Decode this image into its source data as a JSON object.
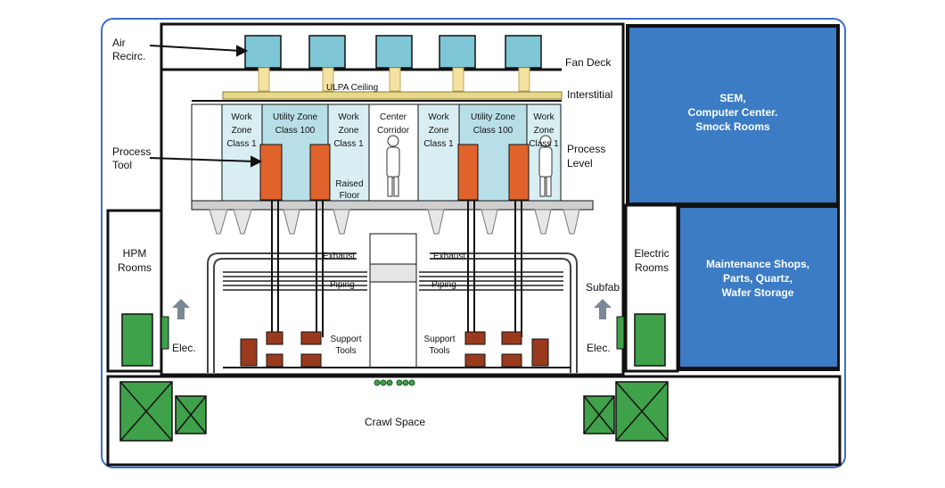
{
  "labels": {
    "air_recirc": [
      "Air",
      "Recirc."
    ],
    "fan_deck": "Fan Deck",
    "ulpa_ceiling": "ULPA Ceiling",
    "interstitial": "Interstitial",
    "work_zone_left": [
      "Work",
      "Zone",
      "Class 1"
    ],
    "utility_zone_left": [
      "Utility Zone",
      "Class 100"
    ],
    "work_zone_mid_left": [
      "Work",
      "Zone",
      "Class 1"
    ],
    "center_corridor": [
      "Center",
      "Corridor"
    ],
    "work_zone_mid_right": [
      "Work",
      "Zone",
      "Class 1"
    ],
    "utility_zone_right": [
      "Utility Zone",
      "Class 100"
    ],
    "work_zone_right": [
      "Work",
      "Zone",
      "Class 1"
    ],
    "process_tool": [
      "Process",
      "Tool"
    ],
    "raised_floor": [
      "Raised",
      "Floor"
    ],
    "process_level": [
      "Process",
      "Level"
    ],
    "hpm_rooms": [
      "HPM",
      "Rooms"
    ],
    "exhaust_left": "Exhaust",
    "exhaust_right": "Exhaust",
    "piping_left": "Piping",
    "piping_right": "Piping",
    "support_tools_left": [
      "Support",
      "Tools"
    ],
    "support_tools_right": [
      "Support",
      "Tools"
    ],
    "elec_left": "Elec.",
    "elec_right": "Elec.",
    "electric_rooms": [
      "Electric",
      "Rooms"
    ],
    "subfab": "Subfab",
    "crawl_space": "Crawl Space",
    "sem_block": [
      "SEM,",
      "Computer Center.",
      "Smock Rooms"
    ],
    "maintenance_block": [
      "Maintenance Shops,",
      "Parts, Quartz,",
      "Wafer Storage"
    ]
  },
  "colors": {
    "frame_border": "#3a6fd1",
    "blue_block": "#3b7cc5",
    "air_unit": "#7fc6d6",
    "zone_fill": "#d8eef2",
    "tool_orange": "#e0632c",
    "pump_brown": "#9a3a1c",
    "green_box": "#3fa14a",
    "duct_yellow": "#f3e2a0"
  }
}
